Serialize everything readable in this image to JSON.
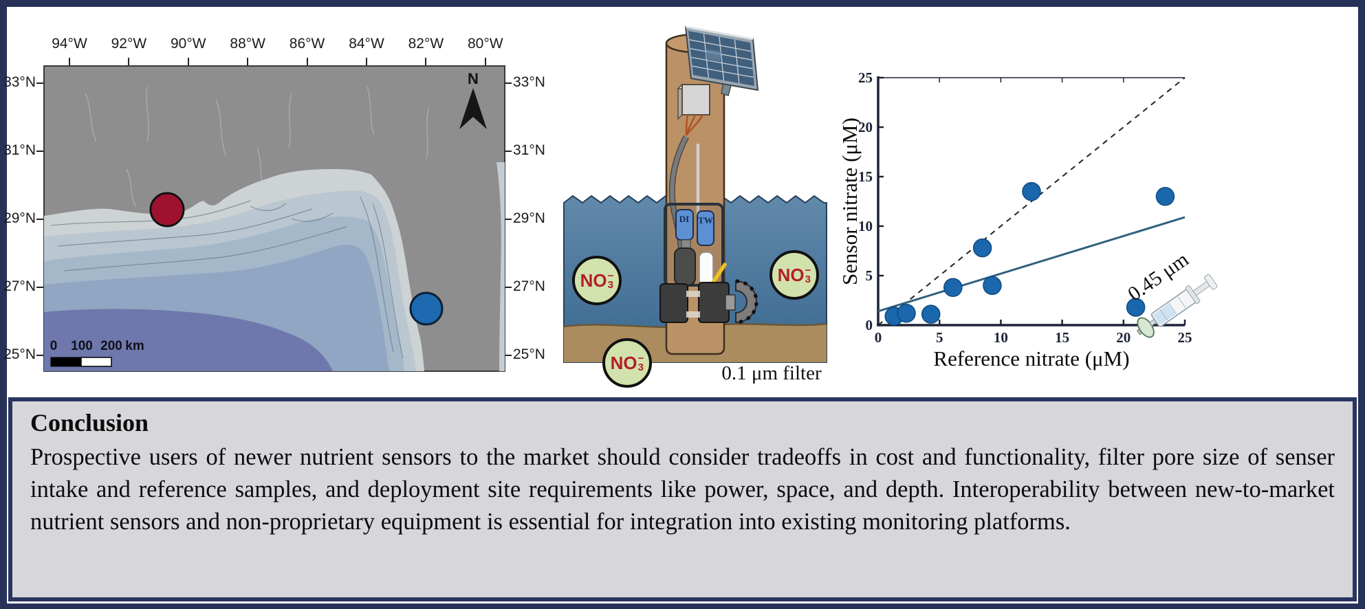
{
  "figure": {
    "map": {
      "lon_ticks": [
        "94°W",
        "92°W",
        "90°W",
        "88°W",
        "86°W",
        "84°W",
        "82°W",
        "80°W"
      ],
      "lat_ticks": [
        "33°N",
        "31°N",
        "29°N",
        "27°N",
        "25°N"
      ],
      "north_label": "N",
      "scalebar_labels": [
        "0",
        "100",
        "200",
        "km"
      ],
      "markers": [
        {
          "name": "gulf-shelf-site",
          "color": "#9e1230"
        },
        {
          "name": "florida-site",
          "color": "#1d6ab0"
        }
      ]
    },
    "sensor": {
      "bottles": [
        "DI",
        "TW"
      ],
      "molecule": {
        "base": "NO",
        "sub": "3",
        "sup": "−"
      },
      "caption": "0.1 μm filter"
    }
  },
  "chart_data": {
    "type": "scatter",
    "title": "",
    "xlabel": "Reference nitrate (μM)",
    "ylabel": "Sensor nitrate (μM)",
    "xlim": [
      0,
      25
    ],
    "ylim": [
      0,
      25
    ],
    "x_ticks": [
      0,
      5,
      10,
      15,
      20,
      25
    ],
    "y_ticks": [
      0,
      5,
      10,
      15,
      20,
      25
    ],
    "points": [
      [
        1.3,
        0.9
      ],
      [
        2.3,
        1.2
      ],
      [
        4.3,
        1.1
      ],
      [
        6.1,
        3.8
      ],
      [
        8.5,
        7.8
      ],
      [
        9.3,
        4.0
      ],
      [
        12.5,
        13.5
      ],
      [
        21.0,
        1.8
      ],
      [
        23.4,
        13.0
      ]
    ],
    "point_color": "#1b67ae",
    "one_to_one_line": {
      "style": "dashed",
      "from": [
        0,
        0
      ],
      "to": [
        25,
        25
      ],
      "color": "#222222"
    },
    "regression_line": {
      "style": "solid",
      "from": [
        0,
        1.4
      ],
      "to": [
        25,
        10.9
      ],
      "color": "#30607f"
    },
    "annotation": "0.45 μm",
    "legend": null,
    "grid": false
  },
  "conclusion": {
    "heading": "Conclusion",
    "body": "Prospective users of newer nutrient sensors to the market should consider tradeoffs in cost and functionality, filter pore size of senser intake and reference samples, and deployment site requirements like power, space, and depth. Interoperability between new-to-market nutrient sensors and non-proprietary equipment is essential for integration into existing monitoring platforms."
  }
}
